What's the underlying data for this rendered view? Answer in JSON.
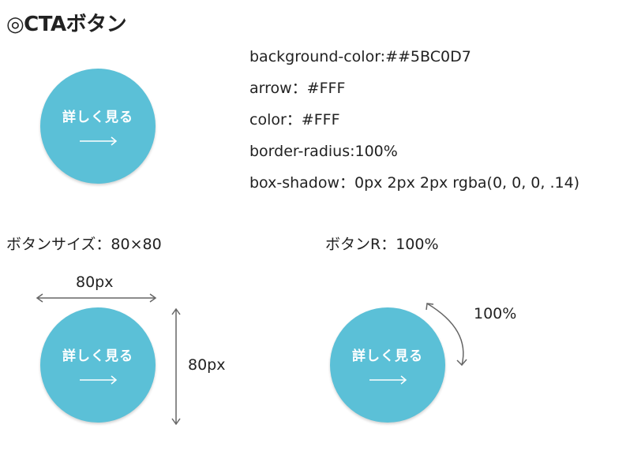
{
  "title": "◎CTAボタン",
  "specs": [
    "background-color:##5BC0D7",
    "arrow：#FFF",
    "color：#FFF",
    "border-radius:100%",
    "box-shadow：0px 2px 2px rgba(0, 0, 0, .14)"
  ],
  "cta": {
    "label": "詳しく見る",
    "background": "#5BC0D7",
    "text_color": "#FFFFFF"
  },
  "size_section": {
    "label": "ボタンサイズ：80×80",
    "width_label": "80px",
    "height_label": "80px"
  },
  "radius_section": {
    "label": "ボタンR：100%",
    "radius_label": "100%"
  },
  "annotation_color": "#666666"
}
